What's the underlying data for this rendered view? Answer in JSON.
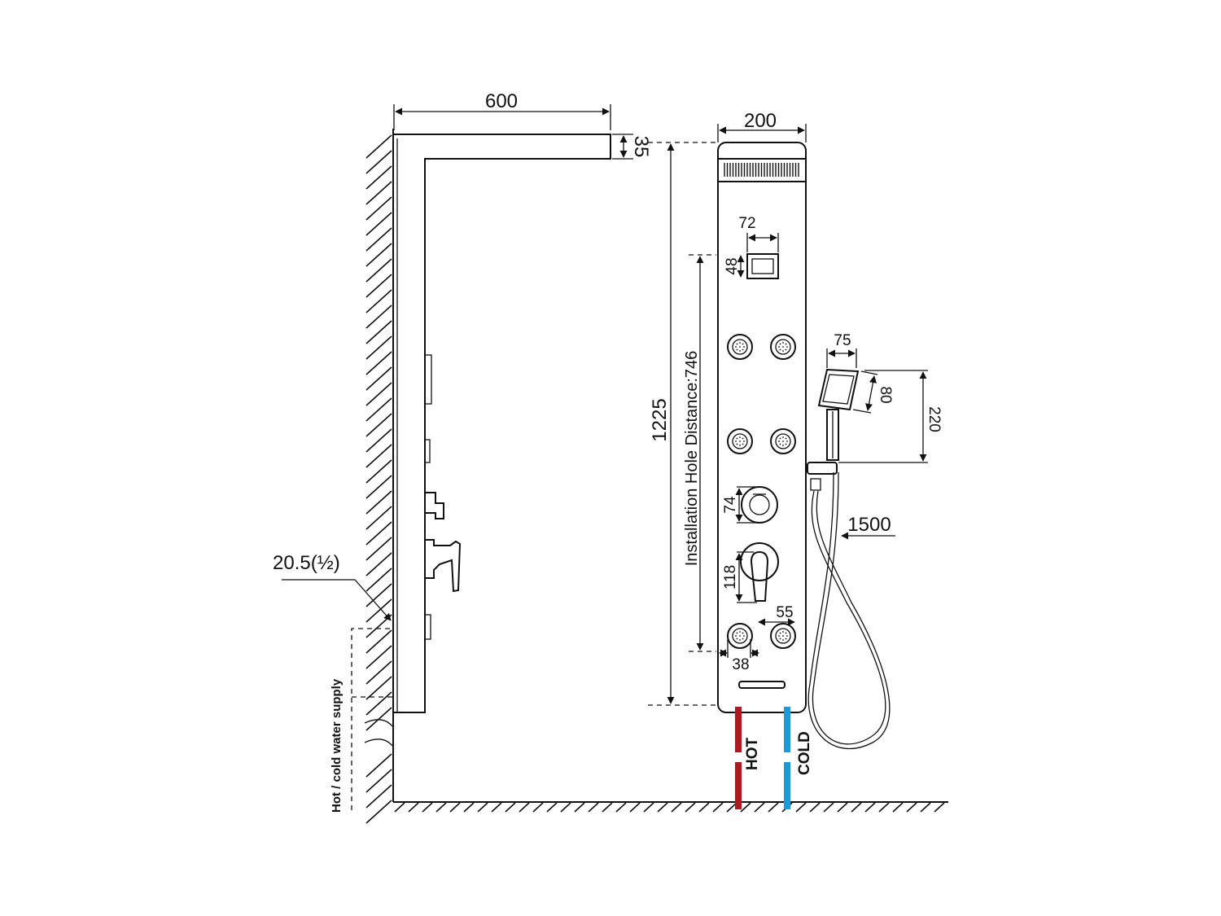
{
  "diagram": {
    "side_view": {
      "top_width_label": "600",
      "top_thickness_label": "35",
      "inlet_label": "20.5(½)",
      "supply_label": "Hot / cold water supply"
    },
    "front_view": {
      "width_label": "200",
      "height_label": "1225",
      "hole_distance_label": "Installation Hole Distance:746",
      "display_width_label": "72",
      "display_height_label": "48",
      "thermostat_label": "74",
      "mixer_label": "118",
      "jet_spacing_label": "55",
      "jet_diameter_label": "38",
      "handshower_width_label": "75",
      "handshower_head_label": "80",
      "handshower_length_label": "220",
      "hose_label": "1500",
      "hot_label": "HOT",
      "cold_label": "COLD"
    },
    "colors": {
      "hot": "#b0191f",
      "cold": "#1a9ad6",
      "line": "#111111"
    }
  }
}
